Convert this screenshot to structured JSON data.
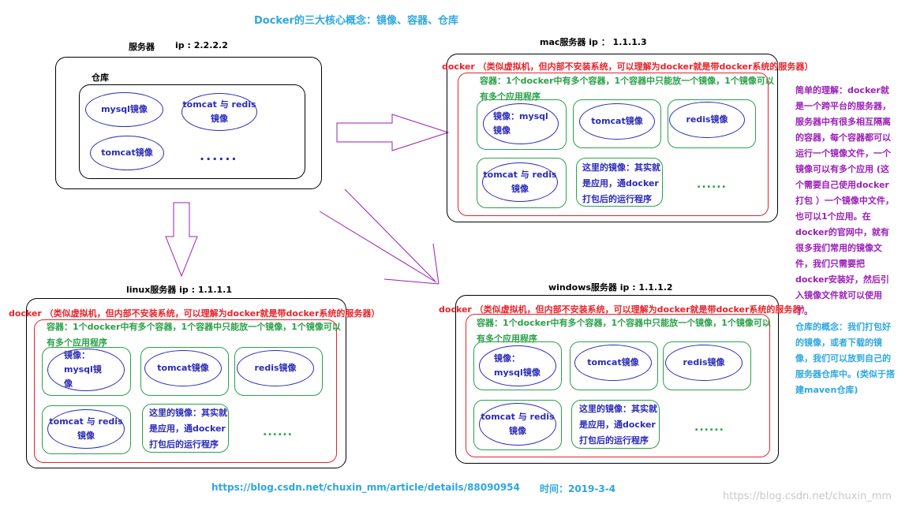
{
  "title": "Docker的三大核心概念：镜像、容器、仓库",
  "server": {
    "label": "服务器",
    "ip": "ip : 2.2.2.2",
    "repo_label": "仓库",
    "images": [
      "mysql镜像",
      "tomcat 与 redis镜像",
      "tomcat镜像"
    ],
    "dots": "......"
  },
  "docker_desc": "docker （类似虚拟机，但内部不安装系统，可以理解为docker就是带docker系统的服务器）",
  "container_desc": "容器：1个docker中有多个容器，1个容器中只能放一个镜像，1个镜像可以有多个应用程序",
  "mac": {
    "label": "mac服务器 ip ：  1.1.1.3"
  },
  "linux": {
    "label": "linux服务器    ip : 1.1.1.1"
  },
  "windows": {
    "label": "windows服务器 ip : 1.1.1.2"
  },
  "cells": {
    "mysql": "镜像：mysql镜像",
    "tomcat": "tomcat镜像",
    "redis": "redis镜像",
    "tomcat_redis": "tomcat 与 redis镜像",
    "note": "这里的镜像：其实就是应用，通docker打包后的运行程序",
    "dots": "......"
  },
  "sidebar": {
    "understanding": "简单的理解：docker就是一个跨平台的服务器，服务器中有很多相互隔离的容器，每个容器都可以运行一个镜像文件，一个镜像可以有多个应用 (这个需要自己使用docker打包 ）一个镜像中文件，也可以1个应用。在docker的官网中，就有很多我们常用的镜像文件，我们只需要把docker安装好，然后引入镜像文件就可以使用了。",
    "repo_concept": "仓库的概念：我们打包好的镜像，或者下载的镜像，我们可以放到自己的服务器仓库中。(类似于搭建maven仓库)"
  },
  "footer": {
    "url": "https://blog.csdn.net/chuxin_mm/article/details/88090954",
    "time": "时间：2019-3-4",
    "watermark": "https://blog.csdn.net/chuxin_mm"
  },
  "colors": {
    "blue": "#2ea7e0",
    "red": "#e8232b",
    "green": "#2aa148",
    "navy": "#2b2bb8",
    "purple": "#9b1fb8"
  }
}
